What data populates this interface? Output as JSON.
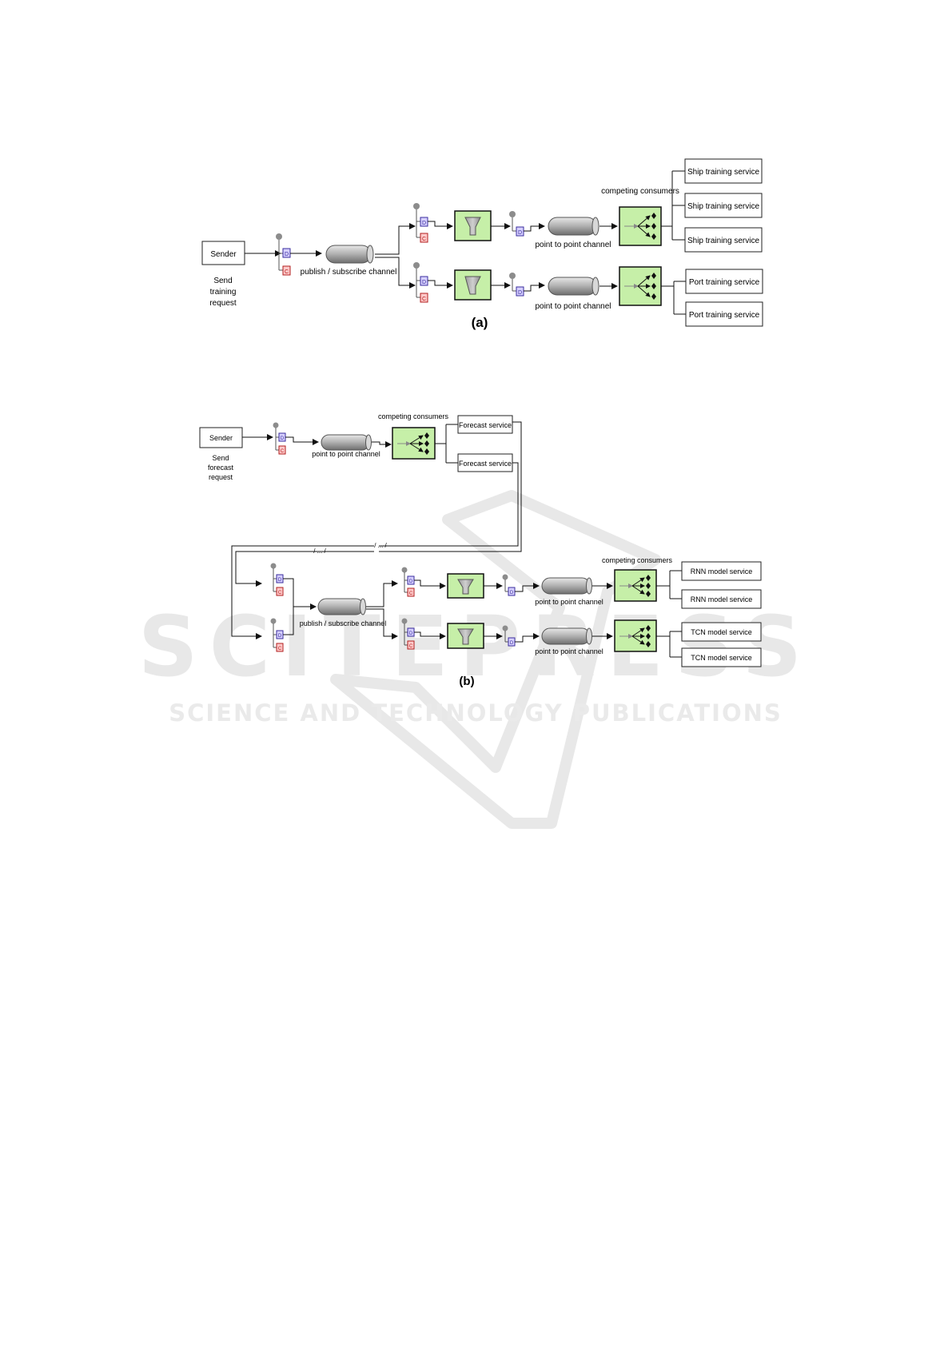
{
  "diagram_a": {
    "caption": "(a)",
    "sender_label": "Sender",
    "sender_desc": [
      "Send",
      "training",
      "request"
    ],
    "pubsub_label": "publish / subscribe channel",
    "p2p_label": "point to point channel",
    "competing_label": "competing consumers",
    "ship_services": [
      "Ship training service",
      "Ship training service",
      "Ship training service"
    ],
    "port_services": [
      "Port training service",
      "Port training service"
    ],
    "msg_letters": {
      "d": "D",
      "c": "C"
    }
  },
  "diagram_b": {
    "caption": "(b)",
    "sender_label": "Sender",
    "sender_desc": [
      "Send",
      "forecast",
      "request"
    ],
    "p2p_label": "point to point channel",
    "competing_label": "competing consumers",
    "forecast_services": [
      "Forecast service",
      "Forecast service"
    ],
    "break_marks": [
      "/ ... /",
      "/ ... /"
    ],
    "pubsub_label": "publish / subscribe channel",
    "rnn_services": [
      "RNN model service",
      "RNN model service"
    ],
    "tcn_services": [
      "TCN model service",
      "TCN model service"
    ],
    "msg_letters": {
      "d": "D",
      "c": "C"
    }
  },
  "watermark": {
    "logo_text": "SCITEPRESS",
    "tagline": "SCIENCE AND TECHNOLOGY PUBLICATIONS"
  },
  "colors": {
    "filter_green": "#c6efa8",
    "channel_gray": "#a8a8a8",
    "msg_d": "#6b5bd0",
    "msg_c": "#d84a4a",
    "watermark": "#e4e4e4"
  }
}
